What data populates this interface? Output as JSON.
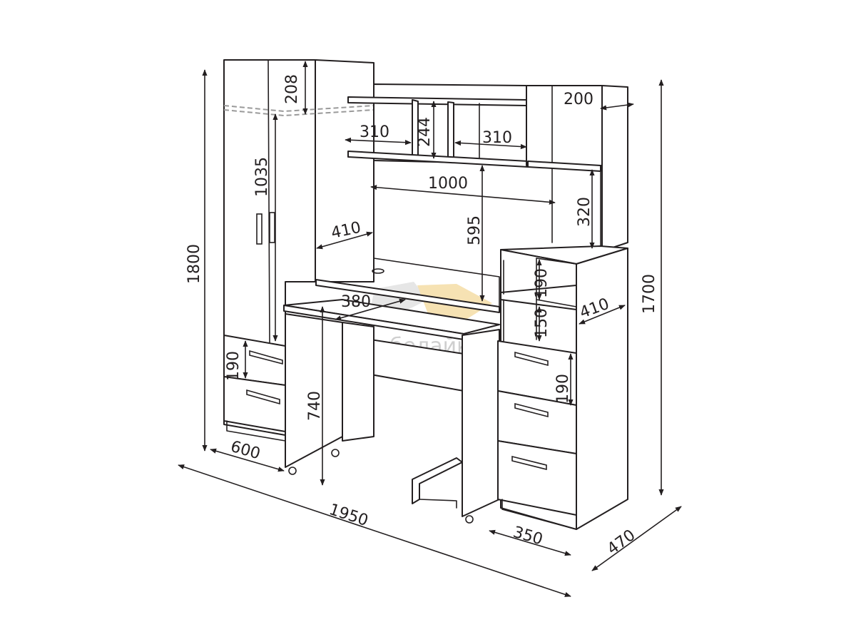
{
  "watermark": {
    "text": "мебелайка"
  },
  "dimensions": {
    "overall_width": "1950",
    "wardrobe_height": "1800",
    "hutch_height": "1700",
    "depth": "470",
    "wardrobe_width": "600",
    "pedestal_width": "350",
    "wardrobe_top_section": "208",
    "wardrobe_door": "1035",
    "wardrobe_drawer": "190",
    "desk_height": "740",
    "desk_depth": "380",
    "desk_span": "410",
    "shelf_width": "1000",
    "shelf_left": "310",
    "shelf_mid": "310",
    "shelf_gap": "244",
    "hutch_clearance": "595",
    "hutch_depth": "200",
    "side_shelf_height": "320",
    "pedestal_depth": "410",
    "pedestal_shelf_upper": "190",
    "pedestal_shelf_lower": "150",
    "pedestal_drawer": "190"
  }
}
